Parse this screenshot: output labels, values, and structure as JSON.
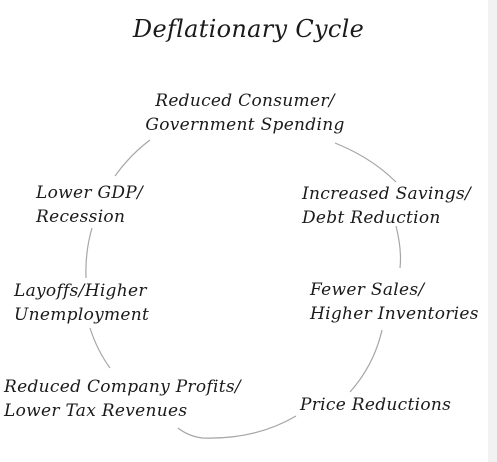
{
  "title": "Deflationary Cycle",
  "nodes": [
    {
      "lines": [
        "Reduced Consumer/",
        "Government Spending"
      ]
    },
    {
      "lines": [
        "Increased Savings/",
        "Debt Reduction"
      ]
    },
    {
      "lines": [
        "Fewer Sales/",
        "Higher Inventories"
      ]
    },
    {
      "lines": [
        "Price Reductions"
      ]
    },
    {
      "lines": [
        "Reduced Company Profits/",
        "Lower Tax Revenues"
      ]
    },
    {
      "lines": [
        "Layoffs/Higher",
        "Unemployment"
      ]
    },
    {
      "lines": [
        "Lower GDP/",
        "Recession"
      ]
    }
  ],
  "colors": {
    "text": "#1a1a1a",
    "circle": "#a6a6a6",
    "background": "#ffffff"
  }
}
